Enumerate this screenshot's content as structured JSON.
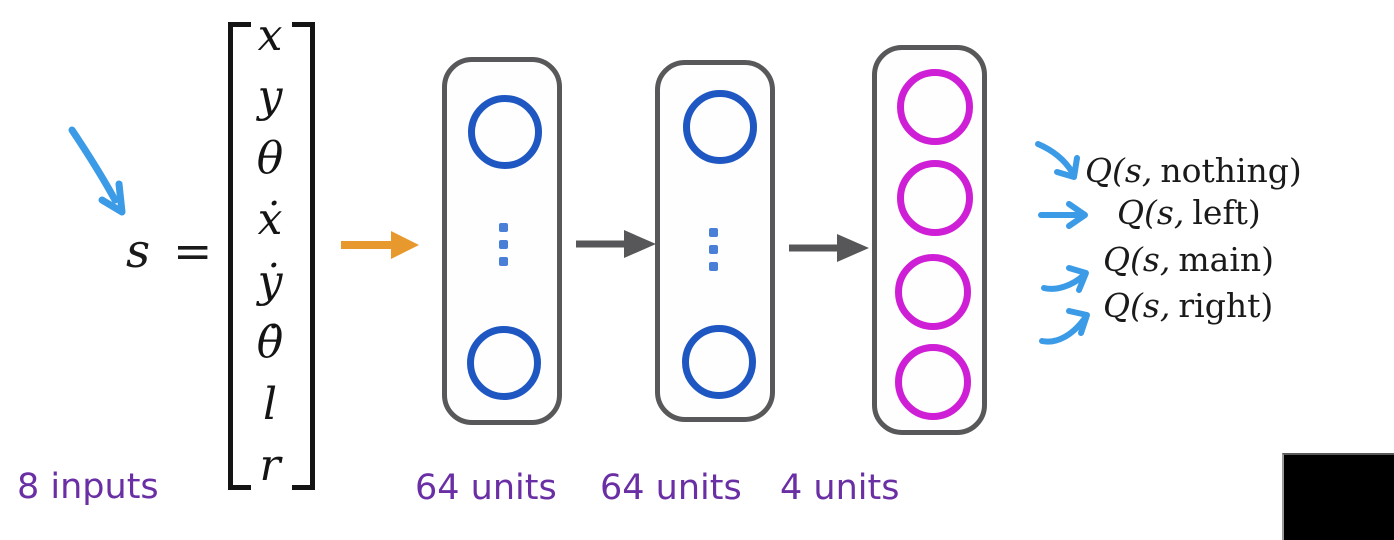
{
  "input": {
    "state": "s =",
    "vector": [
      "x",
      "y",
      "θ",
      "ẋ",
      "ẏ",
      "θ̇",
      "l",
      "r"
    ],
    "count_label": "8 inputs"
  },
  "layers": [
    {
      "label": "64 units",
      "units_shown": 2,
      "node_color": "#1f57c2"
    },
    {
      "label": "64 units",
      "units_shown": 2,
      "node_color": "#1f57c2"
    },
    {
      "label": "4 units",
      "units_shown": 4,
      "node_color": "#cf1fd6"
    }
  ],
  "outputs": [
    {
      "prefix": "Q(s,",
      "action": "nothing)"
    },
    {
      "prefix": "Q(s,",
      "action": "left)"
    },
    {
      "prefix": "Q(s,",
      "action": "main)"
    },
    {
      "prefix": "Q(s,",
      "action": "right)"
    }
  ],
  "colors": {
    "annotation_blue": "#3b9be6",
    "node_blue": "#1f57c2",
    "node_magenta": "#cf1fd6",
    "arrow_orange": "#e8992e",
    "arrow_gray": "#57575a",
    "label_purple": "#6a2fa4",
    "text_black": "#1a1a1a"
  }
}
